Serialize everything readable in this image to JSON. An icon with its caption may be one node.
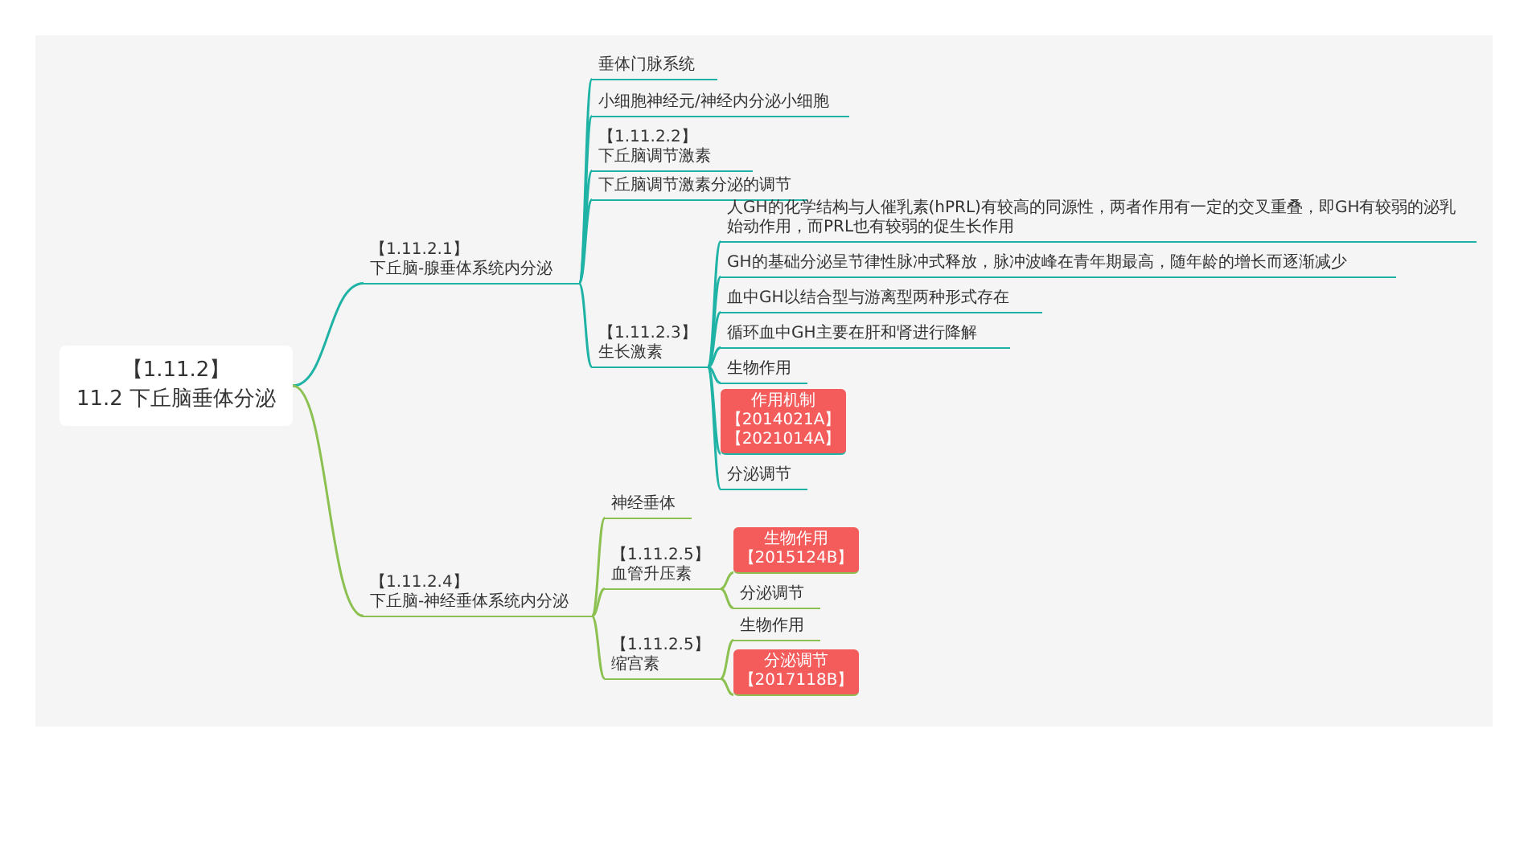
{
  "diagram": {
    "nodes": [
      {
        "text": [
          "【1.11.2】",
          "11.2 下丘脑垂体分泌"
        ]
      },
      {
        "text": [
          "【1.11.2.1】",
          "下丘脑-腺垂体系统内分泌"
        ]
      },
      {
        "text": [
          "垂体门脉系统"
        ]
      },
      {
        "text": [
          "小细胞神经元/神经内分泌小细胞"
        ]
      },
      {
        "text": [
          "【1.11.2.2】",
          "下丘脑调节激素"
        ]
      },
      {
        "text": [
          "下丘脑调节激素分泌的调节"
        ]
      },
      {
        "text": [
          "【1.11.2.3】",
          "生长激素"
        ]
      },
      {
        "text": [
          "人GH的化学结构与人催乳素(hPRL)有较高的同源性，两者作用有一定的交叉重叠，即GH有较弱的泌乳始动作用，而PRL也有较弱的促生长作用"
        ]
      },
      {
        "text": [
          "GH的基础分泌呈节律性脉冲式释放，脉冲波峰在青年期最高，随年龄的增长而逐渐减少"
        ]
      },
      {
        "text": [
          "血中GH以结合型与游离型两种形式存在"
        ]
      },
      {
        "text": [
          "循环血中GH主要在肝和肾进行降解"
        ]
      },
      {
        "text": [
          "生物作用"
        ]
      },
      {
        "text": [
          "作用机制",
          "【2014021A】",
          "【2021014A】"
        ]
      },
      {
        "text": [
          "分泌调节"
        ]
      },
      {
        "text": [
          "【1.11.2.4】",
          "下丘脑-神经垂体系统内分泌"
        ]
      },
      {
        "text": [
          "神经垂体"
        ]
      },
      {
        "text": [
          "【1.11.2.5】",
          "血管升压素"
        ]
      },
      {
        "text": [
          "生物作用",
          "【2015124B】"
        ]
      },
      {
        "text": [
          "分泌调节"
        ]
      },
      {
        "text": [
          "【1.11.2.5】",
          "缩宫素"
        ]
      },
      {
        "text": [
          "生物作用"
        ]
      },
      {
        "text": [
          "分泌调节",
          "【2017118B】"
        ]
      }
    ],
    "edges": [
      {
        "from": 0,
        "to": 1,
        "arrow": "none"
      },
      {
        "from": 1,
        "to": 2,
        "arrow": "none"
      },
      {
        "from": 1,
        "to": 3,
        "arrow": "none"
      },
      {
        "from": 1,
        "to": 4,
        "arrow": "none"
      },
      {
        "from": 1,
        "to": 5,
        "arrow": "none"
      },
      {
        "from": 1,
        "to": 6,
        "arrow": "none"
      },
      {
        "from": 6,
        "to": 7,
        "arrow": "none"
      },
      {
        "from": 6,
        "to": 8,
        "arrow": "none"
      },
      {
        "from": 6,
        "to": 9,
        "arrow": "none"
      },
      {
        "from": 6,
        "to": 10,
        "arrow": "none"
      },
      {
        "from": 6,
        "to": 11,
        "arrow": "none"
      },
      {
        "from": 6,
        "to": 12,
        "arrow": "none"
      },
      {
        "from": 6,
        "to": 13,
        "arrow": "none"
      },
      {
        "from": 0,
        "to": 14,
        "arrow": "none",
        "color": "#8cc152"
      },
      {
        "from": 14,
        "to": 15,
        "arrow": "none",
        "color": "#8cc152"
      },
      {
        "from": 14,
        "to": 16,
        "arrow": "none",
        "color": "#8cc152"
      },
      {
        "from": 14,
        "to": 19,
        "arrow": "none",
        "color": "#8cc152"
      },
      {
        "from": 16,
        "to": 17,
        "arrow": "none",
        "color": "#8cc152"
      },
      {
        "from": 16,
        "to": 18,
        "arrow": "none",
        "color": "#8cc152"
      },
      {
        "from": 19,
        "to": 20,
        "arrow": "none",
        "color": "#8cc152"
      },
      {
        "from": 19,
        "to": 21,
        "arrow": "none",
        "color": "#8cc152"
      }
    ]
  }
}
